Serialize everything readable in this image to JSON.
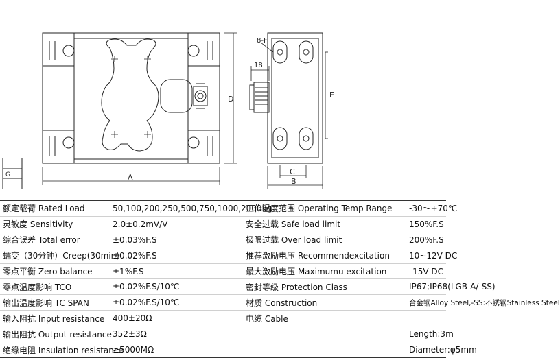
{
  "drawing": {
    "labels": {
      "A": "A",
      "B": "B",
      "C": "C",
      "D": "D",
      "E": "E",
      "dim18": "18",
      "thread": "8-F",
      "side": "G"
    }
  },
  "specs": [
    {
      "label": "额定载荷 Rated Load",
      "value": "50,100,200,250,500,750,1000,2000kg",
      "label2": "工作温度范围 Operating Temp Range",
      "value2": "-30～+70℃"
    },
    {
      "label": "灵敏度 Sensitivity",
      "value": "2.0±0.2mV/V",
      "label2": "安全过载 Safe load limit",
      "value2": "150%F.S"
    },
    {
      "label": "综合误差 Total error",
      "value": "±0.03%F.S",
      "label2": "极限过载 Over load limit",
      "value2": "200%F.S"
    },
    {
      "label": "蠕变（30分钟）Creep(30min)",
      "value": "±0.02%F.S",
      "label2": "推荐激励电压 Recommendexcitation",
      "value2": "10~12V DC"
    },
    {
      "label": "零点平衡 Zero balance",
      "value": "±1%F.S",
      "label2": "最大激励电压 Maximumu excitation",
      "value2": "15V DC"
    },
    {
      "label": "零点温度影响 TCO",
      "value": "±0.02%F.S/10℃",
      "label2": "密封等级 Protection Class",
      "value2": "IP67;IP68(LGB-A/-SS)"
    },
    {
      "label": "输出温度影响 TC SPAN",
      "value": "±0.02%F.S/10℃",
      "label2": "材质 Construction",
      "value2": "合金钢Alloy Steel,-SS:不锈钢Stainless Steel"
    },
    {
      "label": "输入阻抗 Input resistance",
      "value": "400±20Ω",
      "label2": "电缆 Cable",
      "value2": ""
    },
    {
      "label": "输出阻抗 Output resistance",
      "value": "352±3Ω",
      "label2": "",
      "value2": "Length:3m"
    },
    {
      "label": "绝缘电阻 Insulation resistance",
      "value": "≥5000MΩ",
      "label2": "",
      "value2": "Diameter:φ5mm"
    }
  ]
}
